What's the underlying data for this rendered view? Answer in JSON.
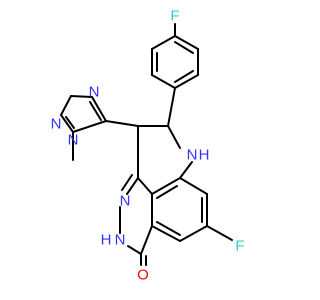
{
  "colors": {
    "bond": "#000000",
    "F": "#33cccc",
    "N": "#3333ff",
    "O": "#ff0000",
    "background": "#ffffff"
  },
  "atoms": {
    "f_top": "F",
    "f_ring": "F",
    "n_triazole_1": "N",
    "n_triazole_2": "N",
    "n_triazole_3": "N",
    "methyl_label": "",
    "nh_amine": "N",
    "h_amine": "H",
    "n_diazine": "N",
    "nh_hydrazide": "N",
    "h_hydrazide": "H",
    "o_carbonyl": "O"
  }
}
